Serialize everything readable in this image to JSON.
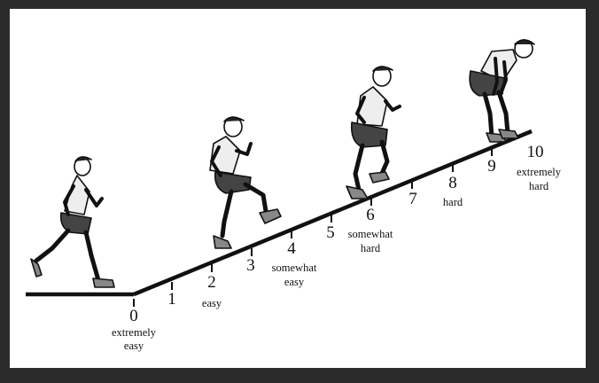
{
  "scale": {
    "ticks": [
      "0",
      "1",
      "2",
      "3",
      "4",
      "5",
      "6",
      "7",
      "8",
      "9",
      "10"
    ],
    "labels": {
      "l0": [
        "extremely",
        "easy"
      ],
      "l2": [
        "easy"
      ],
      "l4": [
        "somewhat",
        "easy"
      ],
      "l6": [
        "somewhat",
        "hard"
      ],
      "l8": [
        "hard"
      ],
      "l10": [
        "extremely",
        "hard"
      ]
    }
  },
  "figures": [
    "runner-icon",
    "stepping-figure-icon",
    "climbing-figure-icon",
    "exhausted-figure-icon"
  ]
}
